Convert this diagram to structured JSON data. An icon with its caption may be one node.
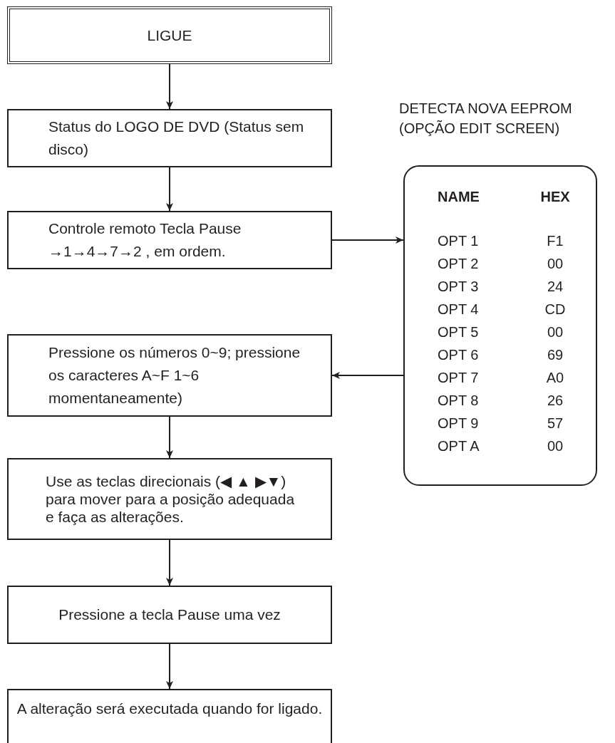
{
  "diagram": {
    "nodes": [
      {
        "text": [
          "LIGUE"
        ]
      },
      {
        "text": [
          "Status do LOGO DE DVD (Status sem disco)"
        ]
      },
      {
        "text": [
          "Controle remoto Tecla Pause →1→4→7→2 , em ordem."
        ]
      },
      {
        "text": [
          "Pressione os números 0~9; pressione os caracteres A~F 1~6 momentaneamente)"
        ]
      },
      {
        "text": [
          "Use as teclas direcionais (◀ ▲ ▶▼) para mover para a posição adequada e faça as alterações."
        ]
      },
      {
        "text": [
          "Pressione a tecla Pause uma vez"
        ]
      },
      {
        "text": [
          "A alteração será executada quando for ligado."
        ]
      },
      {
        "text": [
          "DETECTA NOVA EEPROM (OPÇÃO EDIT SCREEN)"
        ]
      }
    ],
    "edges": [
      {
        "from": 0,
        "to": 1,
        "arrow": "to"
      },
      {
        "from": 1,
        "to": 2,
        "arrow": "to"
      },
      {
        "from": 2,
        "to": 7,
        "arrow": "to"
      },
      {
        "from": 7,
        "to": 3,
        "arrow": "to"
      },
      {
        "from": 3,
        "to": 4,
        "arrow": "to"
      },
      {
        "from": 4,
        "to": 5,
        "arrow": "to"
      },
      {
        "from": 5,
        "to": 6,
        "arrow": "to"
      }
    ],
    "labels": [
      "NAME",
      "HEX",
      "OPT 1",
      "F1",
      "OPT 2",
      "00",
      "OPT 3",
      "24",
      "OPT 4",
      "CD",
      "OPT 5",
      "00",
      "OPT 6",
      "69",
      "OPT 7",
      "A0",
      "OPT 8",
      "26",
      "OPT 9",
      "57",
      "OPT A",
      "00"
    ]
  }
}
